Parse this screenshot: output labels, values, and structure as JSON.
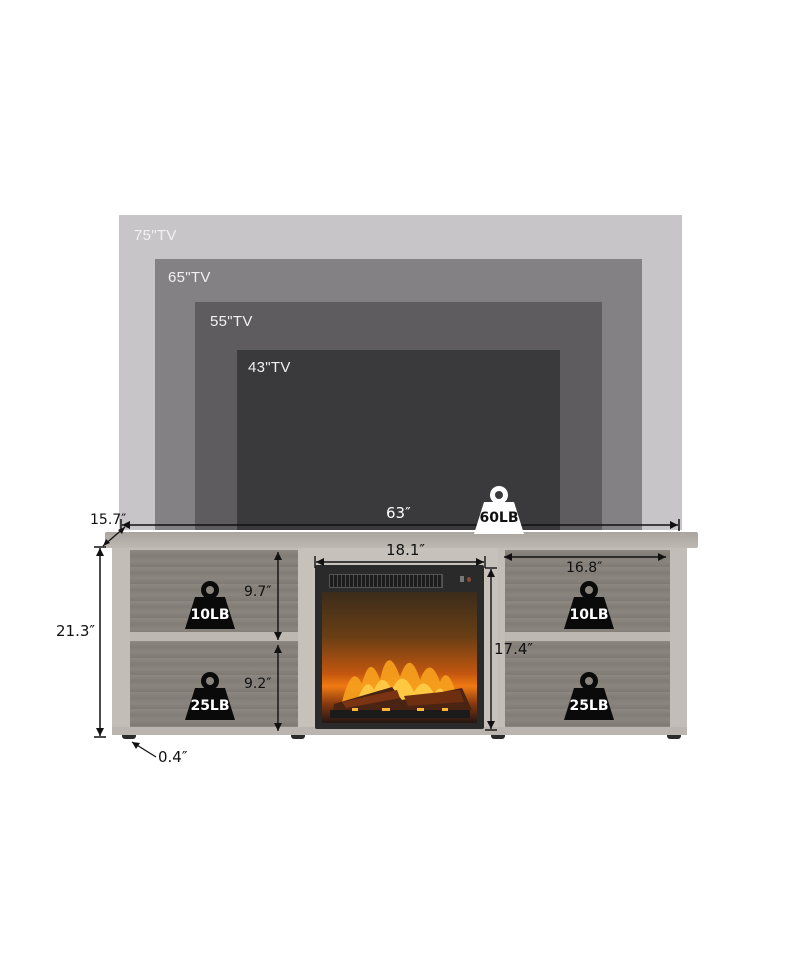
{
  "tv_sizes": [
    {
      "label": "75\"TV",
      "color": "#c8c5c9"
    },
    {
      "label": "65\"TV",
      "color": "#838184"
    },
    {
      "label": "55\"TV",
      "color": "#5e5c5f"
    },
    {
      "label": "43\"TV",
      "color": "#3a393b"
    }
  ],
  "dimensions": {
    "width": "63″",
    "depth": "15.7″",
    "height": "21.3″",
    "leg_height": "0.4″",
    "fireplace_width": "18.1″",
    "fireplace_height": "17.4″",
    "upper_shelf_height": "9.7″",
    "lower_shelf_height": "9.2″",
    "shelf_width": "16.8″"
  },
  "weights": {
    "top": "60LB",
    "left_upper": "10LB",
    "left_lower": "25LB",
    "right_upper": "10LB",
    "right_lower": "25LB"
  }
}
